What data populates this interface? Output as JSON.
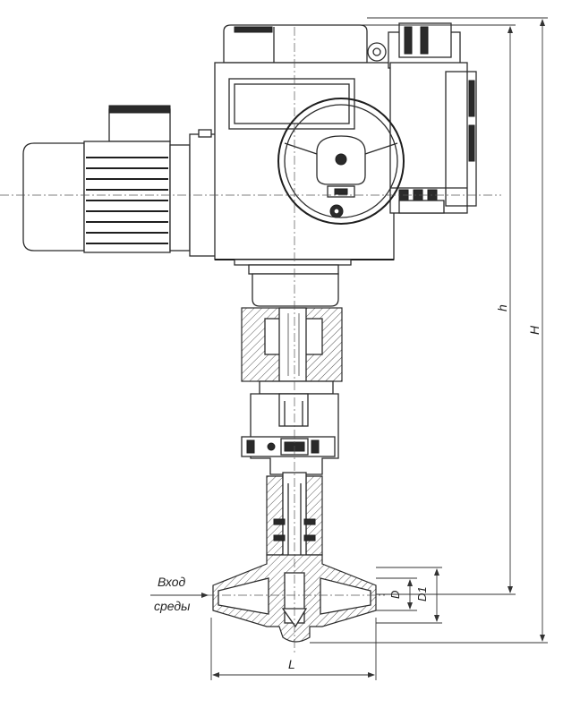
{
  "labels": {
    "inlet_line1": "Вход",
    "inlet_line2": "среды",
    "dim_L": "L",
    "dim_D": "D",
    "dim_D1": "D1",
    "dim_h": "h",
    "dim_H": "H"
  },
  "colors": {
    "line": "#2b2b2b",
    "hatch": "#555555",
    "background": "#ffffff"
  },
  "icons": [
    "electric-motor",
    "actuator-gearbox",
    "handwheel",
    "valve-body",
    "dimension-arrows"
  ]
}
